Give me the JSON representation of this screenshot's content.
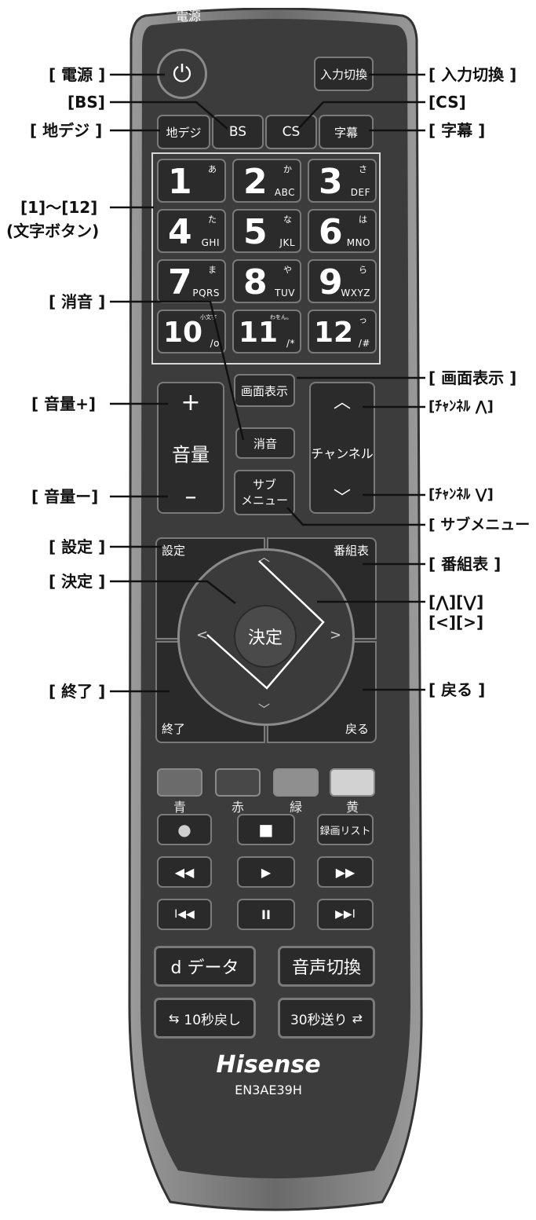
{
  "remote": {
    "top_label": "電源",
    "power_btn_text": "⏻",
    "input_btn": "入力切換",
    "bcast": [
      "地デジ",
      "BS",
      "CS",
      "字幕"
    ],
    "numbers": [
      {
        "n": "1",
        "kana": "あ",
        "alpha": ""
      },
      {
        "n": "2",
        "kana": "か",
        "alpha": "ABC"
      },
      {
        "n": "3",
        "kana": "さ",
        "alpha": "DEF"
      },
      {
        "n": "4",
        "kana": "た",
        "alpha": "GHI"
      },
      {
        "n": "5",
        "kana": "な",
        "alpha": "JKL"
      },
      {
        "n": "6",
        "kana": "は",
        "alpha": "MNO"
      },
      {
        "n": "7",
        "kana": "ま",
        "alpha": "PQRS"
      },
      {
        "n": "8",
        "kana": "や",
        "alpha": "TUV"
      },
      {
        "n": "9",
        "kana": "ら",
        "alpha": "WXYZ"
      },
      {
        "n": "10",
        "kana": "小文字",
        "alpha": "/o"
      },
      {
        "n": "11",
        "kana": "わをん。",
        "alpha": "/*"
      },
      {
        "n": "12",
        "kana": "っ",
        "alpha": "/#"
      }
    ],
    "display_btn": "画面表示",
    "mute_btn": "消音",
    "vol_plus": "+",
    "vol_label": "音量",
    "vol_minus": "–",
    "ch_label": "チャンネル",
    "ch_up": "︿",
    "ch_down": "﹀",
    "submenu_btn_1": "サブ",
    "submenu_btn_2": "メニュー",
    "settings_btn": "設定",
    "guide_btn": "番組表",
    "ok_btn": "決定",
    "exit_btn": "終了",
    "back_btn": "戻る",
    "dpad_up": "︿",
    "dpad_down": "﹀",
    "dpad_left": "<",
    "dpad_right": ">",
    "color_keys": [
      {
        "label": "青",
        "color": "#6b6b6b"
      },
      {
        "label": "赤",
        "color": "#484848"
      },
      {
        "label": "緑",
        "color": "#8f8f8f"
      },
      {
        "label": "黄",
        "color": "#d2d2d2"
      }
    ],
    "rec_list_btn": "録画リスト",
    "rec_btn": "●",
    "stop_btn": "■",
    "rew_btn": "◀◀",
    "play_btn": "▶",
    "ff_btn": "▶▶",
    "prev_btn": "I◀◀",
    "pause_btn": "II",
    "next_btn": "▶▶I",
    "data_btn": "d データ",
    "audio_btn": "音声切換",
    "back10_btn": "10秒戻し",
    "fwd30_btn": "30秒送り",
    "brand": "Hisense",
    "model": "EN3AE39H"
  },
  "callouts": {
    "power": "[ 電源 ]",
    "bs": "[BS]",
    "chideji": "[ 地デジ ]",
    "num": "[1]～[12]",
    "num2": "(文字ボタン)",
    "mute": "[ 消音 ]",
    "volup": "[ 音量+]",
    "voldown": "[ 音量ー]",
    "settings": "[ 設定 ]",
    "ok": "[ 決定 ]",
    "exit": "[ 終了 ]",
    "input": "[ 入力切換 ]",
    "cs": "[CS]",
    "subtitle": "[ 字幕 ]",
    "display": "[ 画面表示 ]",
    "chup": "[ﾁｬﾝﾈﾙ ⋀]",
    "chdown": "[ﾁｬﾝﾈﾙ ⋁]",
    "submenu": "[ サブメニュー ]",
    "guide": "[ 番組表 ]",
    "arrows1": "[⋀][⋁]",
    "arrows2": "[<][>]",
    "back": "[ 戻る ]"
  }
}
